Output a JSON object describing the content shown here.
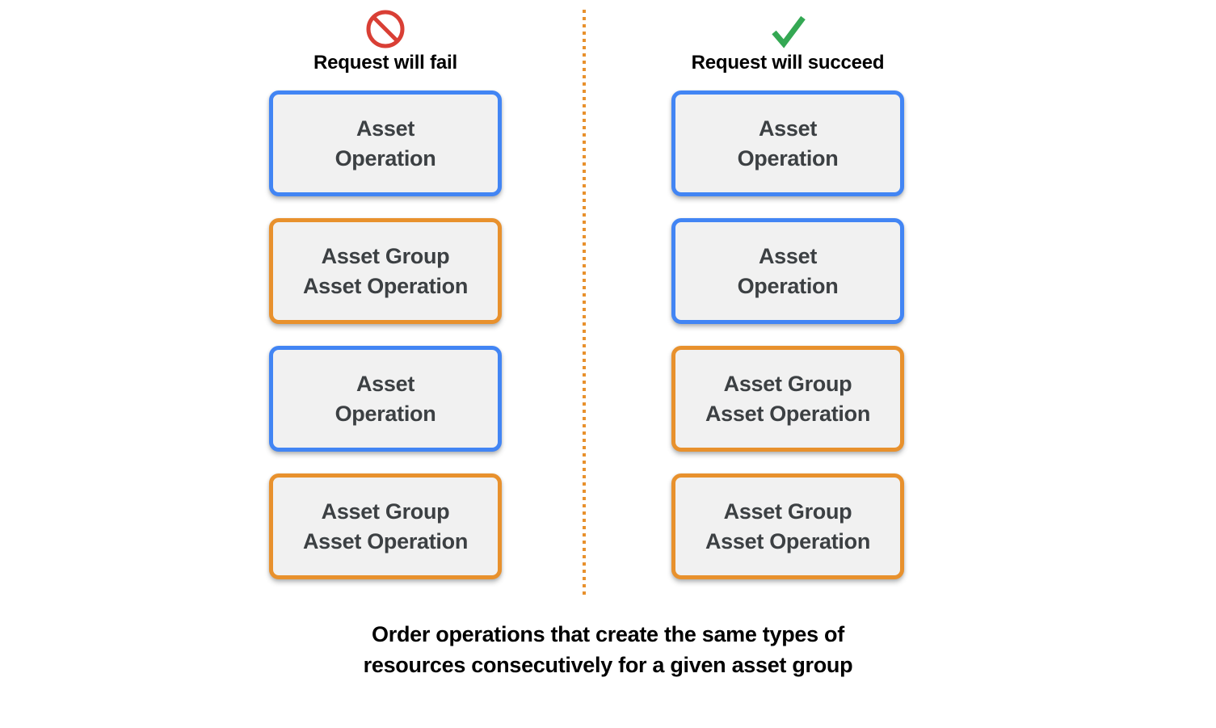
{
  "background_color": "#FFFFFF",
  "colors": {
    "blue_border": "#4285F4",
    "orange_border": "#E8912D",
    "box_fill": "#F1F1F1",
    "box_text": "#3C4043",
    "fail_icon": "#D93F35",
    "success_icon": "#34A853",
    "divider": "#E8912D"
  },
  "divider": {
    "style": "dotted-vertical",
    "color": "#E8912D"
  },
  "columns": [
    {
      "id": "fail",
      "icon_name": "prohibition-icon",
      "icon_color": "#D93F35",
      "header": "Request will fail",
      "boxes": [
        {
          "label": "Asset\nOperation",
          "type": "asset-operation",
          "color": "blue"
        },
        {
          "label": "Asset Group\nAsset Operation",
          "type": "asset-group-asset-operation",
          "color": "orange"
        },
        {
          "label": "Asset\nOperation",
          "type": "asset-operation",
          "color": "blue"
        },
        {
          "label": "Asset Group\nAsset Operation",
          "type": "asset-group-asset-operation",
          "color": "orange"
        }
      ]
    },
    {
      "id": "succeed",
      "icon_name": "checkmark-icon",
      "icon_color": "#34A853",
      "header": "Request will succeed",
      "boxes": [
        {
          "label": "Asset\nOperation",
          "type": "asset-operation",
          "color": "blue"
        },
        {
          "label": "Asset\nOperation",
          "type": "asset-operation",
          "color": "blue"
        },
        {
          "label": "Asset Group\nAsset Operation",
          "type": "asset-group-asset-operation",
          "color": "orange"
        },
        {
          "label": "Asset Group\nAsset Operation",
          "type": "asset-group-asset-operation",
          "color": "orange"
        }
      ]
    }
  ],
  "caption": "Order operations that create the same types of\nresources consecutively for a given asset group"
}
